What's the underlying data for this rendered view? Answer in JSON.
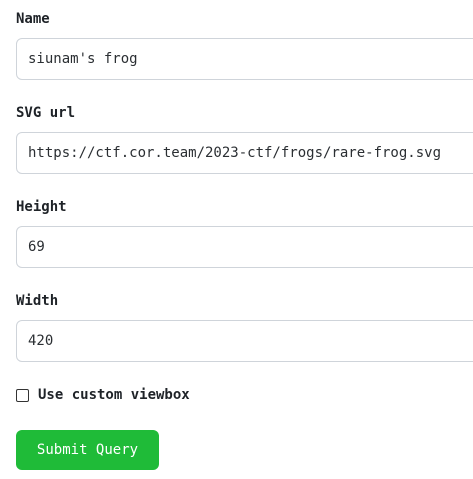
{
  "form": {
    "fields": [
      {
        "label": "Name",
        "value": "siunam's frog"
      },
      {
        "label": "SVG url",
        "value": "https://ctf.cor.team/2023-ctf/frogs/rare-frog.svg"
      },
      {
        "label": "Height",
        "value": "69"
      },
      {
        "label": "Width",
        "value": "420"
      }
    ],
    "custom_viewbox": {
      "label": "Use custom viewbox",
      "checked": false
    },
    "submit_label": "Submit Query"
  },
  "colors": {
    "submit_bg": "#1fbb38",
    "input_border": "#cfd4da"
  }
}
